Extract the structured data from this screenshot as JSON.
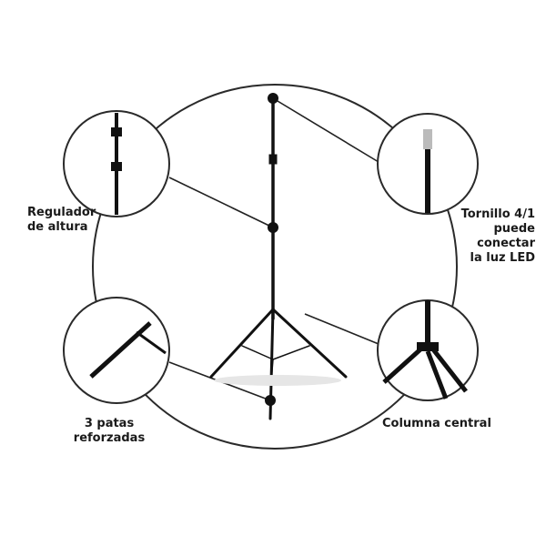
{
  "labels": {
    "height_adjuster": [
      "Regulador",
      "de altura"
    ],
    "screw": [
      "Tornillo 4/1",
      "puede",
      "conectar",
      "la luz LED"
    ],
    "legs": [
      "3 patas",
      "reforzadas"
    ],
    "column": "Columna central"
  },
  "colors": {
    "outline": "#2a2a2a",
    "stand": "#111111"
  }
}
